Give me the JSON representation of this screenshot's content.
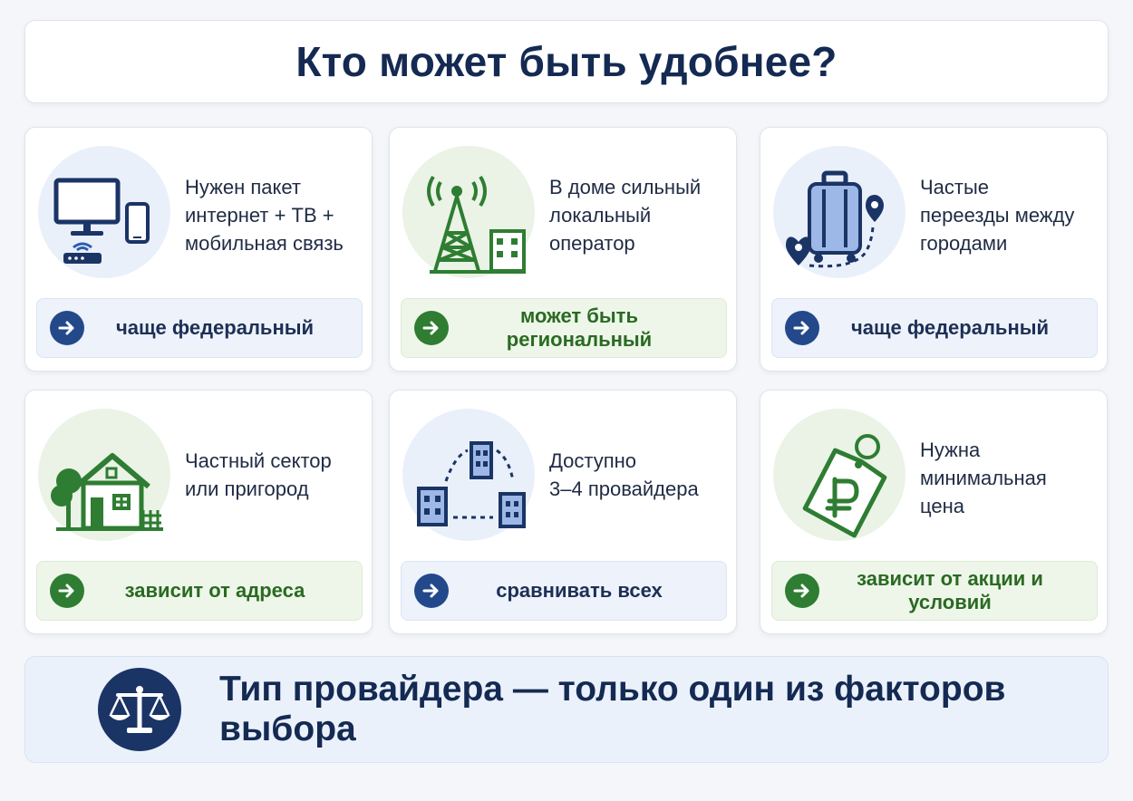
{
  "title": "Кто может быть удобнее?",
  "cards": [
    {
      "lines": [
        "Нужен пакет",
        "интернет + ТВ +",
        "мобильная связь"
      ],
      "tag": "чаще федеральный",
      "tone": "blue",
      "icon": "tv-router-phone-icon"
    },
    {
      "lines": [
        "В доме сильный",
        "локальный",
        "оператор"
      ],
      "tag": "может быть региональный",
      "tone": "green",
      "icon": "radio-tower-building-icon"
    },
    {
      "lines": [
        "Частые",
        "переезды между",
        "городами"
      ],
      "tag": "чаще федеральный",
      "tone": "blue",
      "icon": "suitcase-route-icon"
    },
    {
      "lines": [
        "Частный сектор",
        "или пригород"
      ],
      "tag": "зависит от адреса",
      "tone": "green",
      "icon": "house-tree-icon"
    },
    {
      "lines": [
        "Доступно",
        "3–4 провайдера"
      ],
      "tag": "сравнивать всех",
      "tone": "blue",
      "icon": "three-buildings-icon"
    },
    {
      "lines": [
        "Нужна",
        "минимальная",
        "цена"
      ],
      "tag": "зависит от акции и условий",
      "tone": "green",
      "icon": "ruble-price-tag-icon"
    }
  ],
  "footer": {
    "text": "Тип провайдера — только один из факторов выбора",
    "icon": "scales-icon"
  },
  "colors": {
    "navy": "#142a52",
    "blue_accent": "#24498a",
    "green_accent": "#2e7d32"
  }
}
